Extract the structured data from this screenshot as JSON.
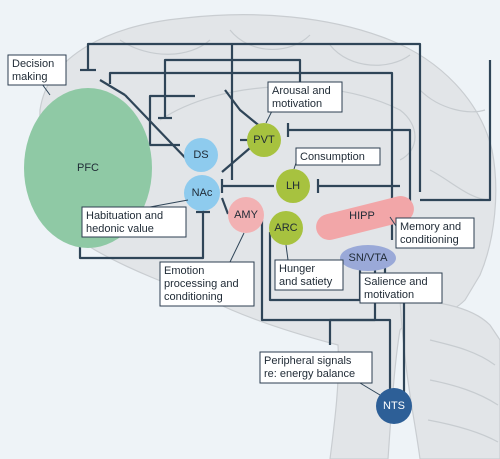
{
  "regions": {
    "pfc": "PFC",
    "ds": "DS",
    "nac": "NAc",
    "pvt": "PVT",
    "lh": "LH",
    "amy": "AMY",
    "arc": "ARC",
    "hipp": "HIPP",
    "snvta": "SN/VTA",
    "nts": "NTS"
  },
  "callouts": {
    "decision_1": "Decision",
    "decision_2": "making",
    "arousal_1": "Arousal and",
    "arousal_2": "motivation",
    "consumption": "Consumption",
    "habituation_1": "Habituation and",
    "habituation_2": "hedonic value",
    "memory_1": "Memory and",
    "memory_2": "conditioning",
    "hunger_1": "Hunger",
    "hunger_2": "and satiety",
    "salience_1": "Salience and",
    "salience_2": "motivation",
    "emotion_1": "Emotion",
    "emotion_2": "processing and",
    "emotion_3": "conditioning",
    "peripheral_1": "Peripheral signals",
    "peripheral_2": "re: energy balance"
  },
  "colors": {
    "background": "#eef3f7",
    "brain": "#e2e5e8",
    "pfc": "#8fc9a5",
    "ds": "#8ecbee",
    "nac": "#8ecbee",
    "pvt": "#a7c23f",
    "lh": "#a7c23f",
    "arc": "#a7c23f",
    "amy": "#f2b1b3",
    "hipp": "#f2a6a8",
    "snvta": "#9aa9d8",
    "nts": "#2d5f97",
    "pathway": "#2f4558"
  }
}
